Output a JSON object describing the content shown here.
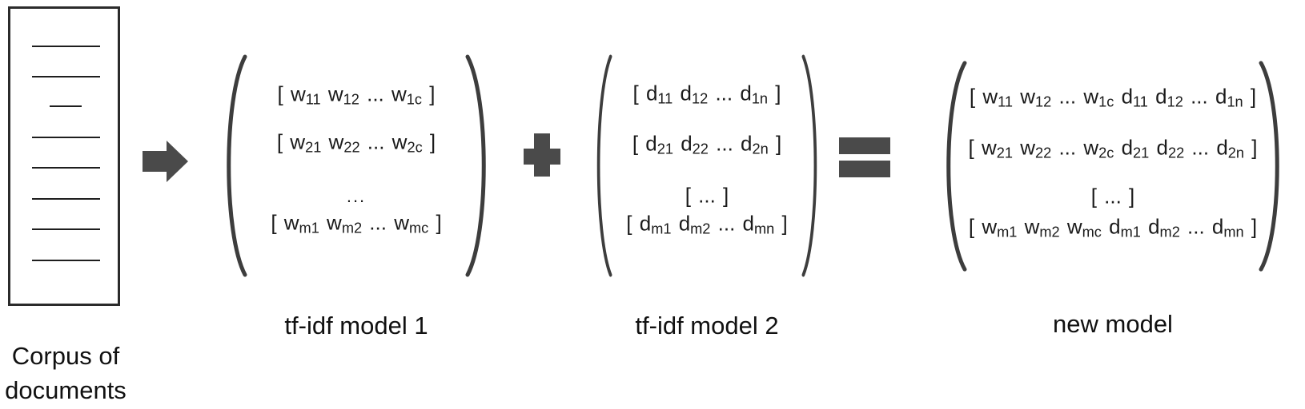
{
  "colors": {
    "bg": "#ffffff",
    "operator": "#4a4a4a",
    "paren": "#3d3d3d",
    "text": "#1b1b1b",
    "label": "#111111",
    "box-border": "#2b2b2b",
    "doc-line": "#1e1e1e"
  },
  "corpus": {
    "label_line1": "Corpus of",
    "label_line2": "documents",
    "text_line_count": 8
  },
  "operators": {
    "arrow_icon": "right-arrow",
    "plus_icon": "plus",
    "equals_icon": "equals"
  },
  "matrices": {
    "model1": {
      "label": "tf-idf model 1",
      "rows": [
        "[ w_{11} w_{12} ... w_{1c} ]",
        "[ w_{21} w_{22} ... w_{2c} ]",
        "...",
        "[ w_{m1} w_{m2} ... w_{mc} ]"
      ]
    },
    "model2": {
      "label": "tf-idf model 2",
      "rows": [
        "[ d_{11} d_{12} ... d_{1n} ]",
        "[ d_{21} d_{22} ... d_{2n} ]",
        "[ ... ]",
        "[ d_{m1} d_{m2} ... d_{mn} ]"
      ]
    },
    "model3": {
      "label": "new model",
      "rows": [
        "[ w_{11} w_{12} ... w_{1c} d_{11} d_{12} ... d_{1n} ]",
        "[ w_{21} w_{22} ... w_{2c} d_{21} d_{22} ... d_{2n} ]",
        "[ ... ]",
        "[ w_{m1} w_{m2} w_{mc} d_{m1} d_{m2} ... d_{mn} ]"
      ]
    }
  }
}
